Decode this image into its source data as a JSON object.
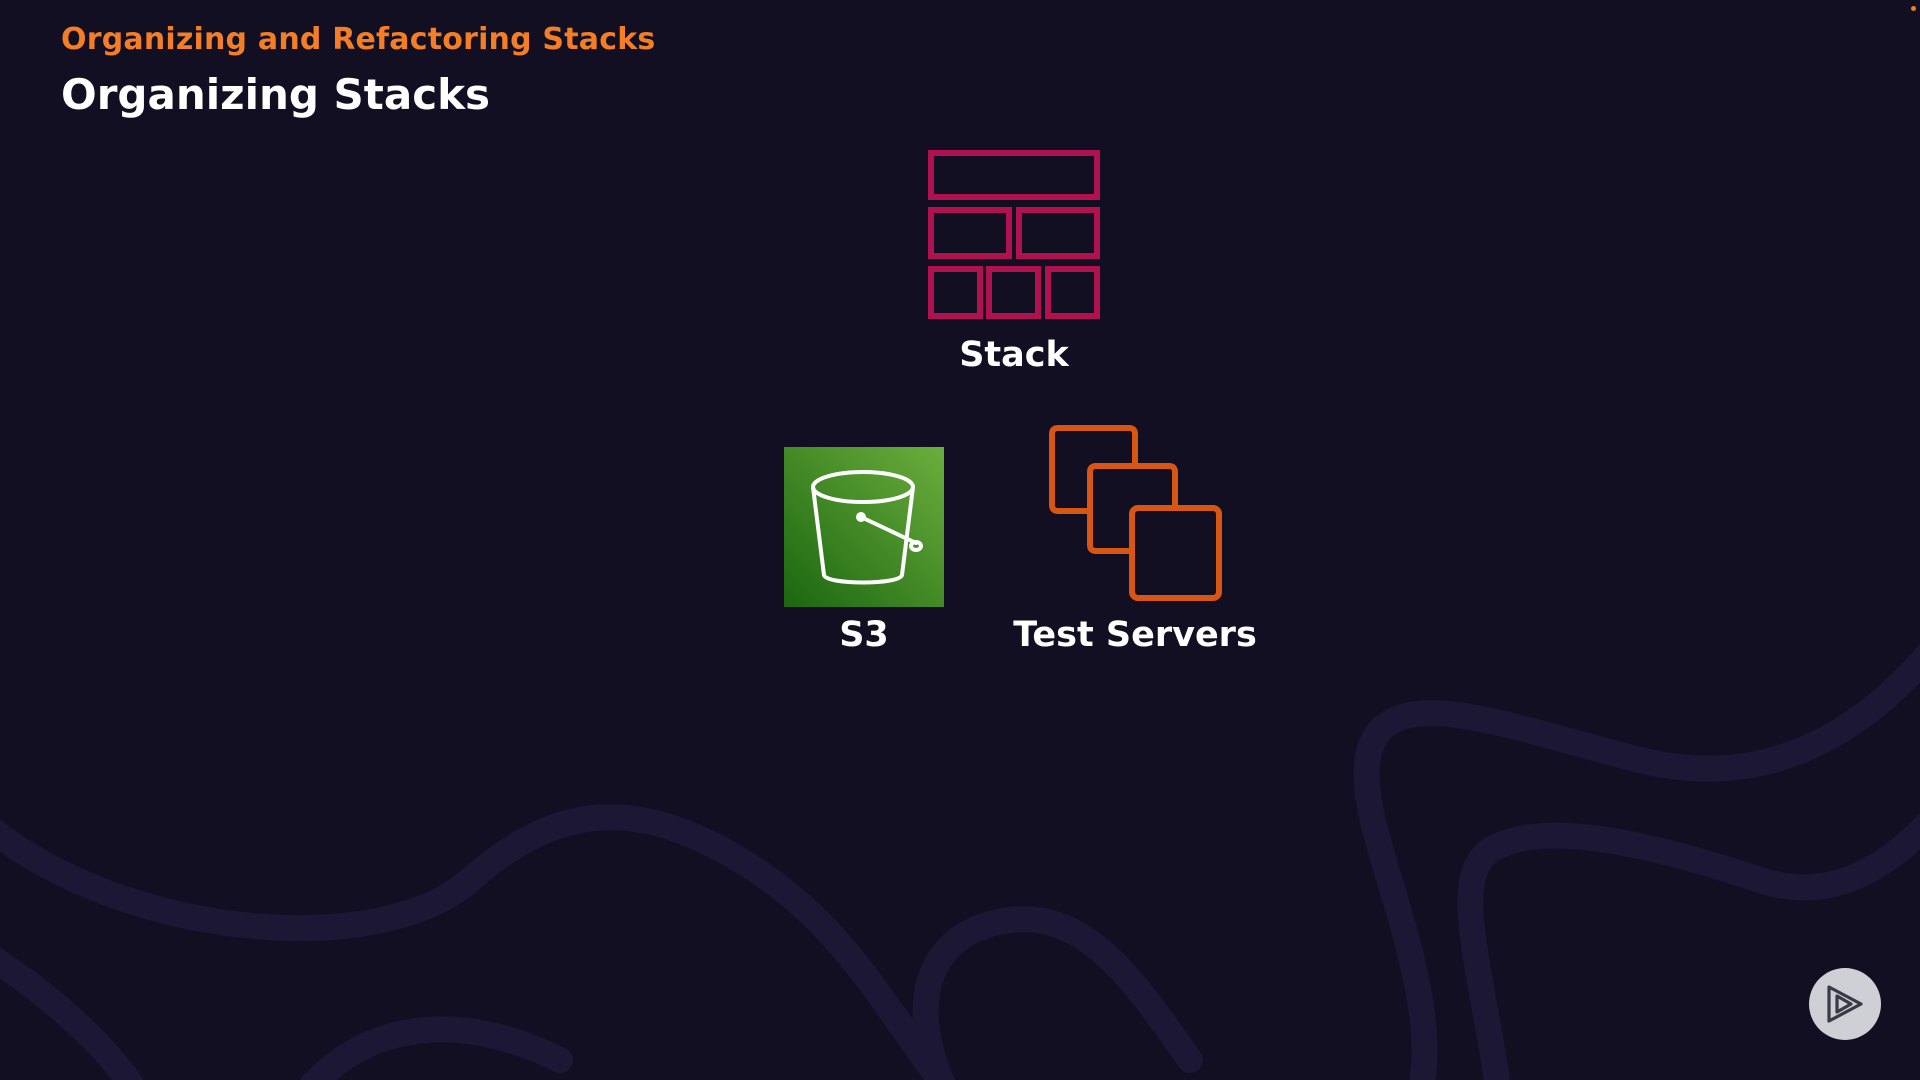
{
  "header": {
    "subtitle": "Organizing and Refactoring Stacks",
    "title": "Organizing Stacks"
  },
  "diagram": {
    "stack": {
      "label": "Stack",
      "icon": "stack-icon",
      "color": "#b0124f"
    },
    "s3": {
      "label": "S3",
      "icon": "s3-bucket-icon",
      "color": "#3f8624"
    },
    "test_servers": {
      "label": "Test Servers",
      "icon": "ec2-instances-icon",
      "color": "#d75613"
    }
  },
  "controls": {
    "play_icon": "play-logo-icon"
  },
  "colors": {
    "background": "#130f22",
    "accent": "#f37e26",
    "swirl": "#1c1838"
  }
}
